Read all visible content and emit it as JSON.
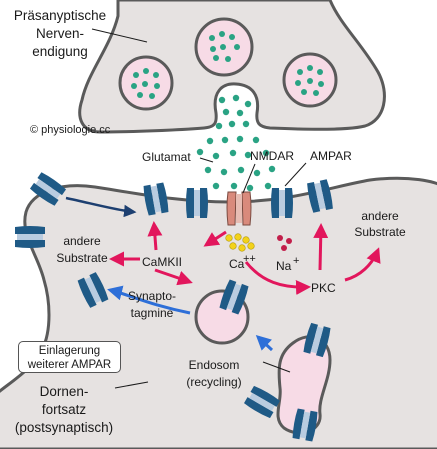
{
  "labels": {
    "presynaptic_line1": "Präsanyptische",
    "presynaptic_line2": "Nerven-",
    "presynaptic_line3": "endigung",
    "copyright": "© physiologie.cc",
    "glutamate": "Glutamat",
    "nmdar": "NMDAR",
    "ampar": "AMPAR",
    "other_substrates_left_1": "andere",
    "other_substrates_left_2": "Substrate",
    "camkii": "CaMKII",
    "calcium": "Ca",
    "calcium_charge": "++",
    "sodium": "Na",
    "sodium_charge": "+",
    "other_substrates_right_1": "andere",
    "other_substrates_right_2": "Substrate",
    "pkc": "PKC",
    "synaptotagmin_1": "Synapto-",
    "synaptotagmin_2": "tagmine",
    "insertion_box_1": "Einlagerung",
    "insertion_box_2": "weiterer AMPAR",
    "endosome_1": "Endosom",
    "endosome_2": "(recycling)",
    "spine_1": "Dornen-",
    "spine_2": "fortsatz",
    "spine_3": "(postsynaptisch)"
  },
  "colors": {
    "membrane_fill": "#e6e2e1",
    "membrane_stroke": "#5a5a5a",
    "vesicle_fill": "#f7dbe6",
    "transmitter": "#2aa384",
    "receptor_dark": "#1f5a86",
    "receptor_light": "#b9cce0",
    "nmdar_fill": "#d98a7c",
    "arrow_red": "#e2165c",
    "arrow_blue": "#2e6fd8",
    "arrow_navy": "#1d3f70",
    "calcium_ions": "#f3d21a",
    "sodium_ions": "#c21e4a"
  }
}
